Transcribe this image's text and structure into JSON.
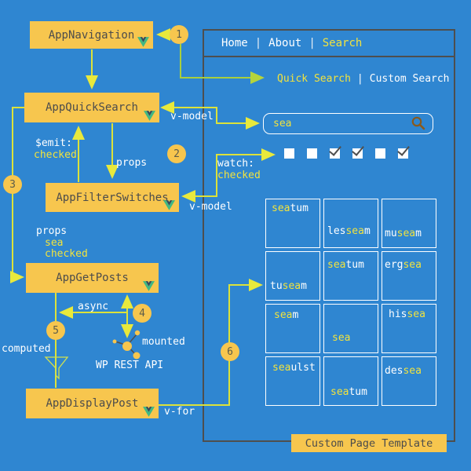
{
  "diagram": {
    "components": [
      {
        "label": "AppNavigation"
      },
      {
        "label": "AppQuickSearch"
      },
      {
        "label": "AppFilterSwitches"
      },
      {
        "label": "AppGetPosts"
      },
      {
        "label": "AppDisplayPost"
      }
    ],
    "step_circles": [
      "1",
      "2",
      "3",
      "4",
      "5",
      "6"
    ],
    "labels": {
      "v_model_search": "v-model",
      "v_model_switches": "v-model",
      "emit_title": "$emit:",
      "emit_value": "checked",
      "props_arrow": "props",
      "watch_title": "watch:",
      "watch_value": "checked",
      "props_block_title": "props",
      "props_block_items": [
        "sea",
        "checked"
      ],
      "async": "async",
      "mounted": "mounted",
      "wp_rest_api": "WP REST API",
      "computed": "computed",
      "v_for": "v-for"
    },
    "icons": [
      "vue-logo-icon",
      "api-molecule-icon",
      "funnel-icon"
    ],
    "colors": {
      "background": "#2f86d1",
      "accent_yellow": "#f7c64e",
      "connector_yellow_green": "#dce23a",
      "connector_green": "#a9cf3d",
      "highlight_text": "#f2e33d",
      "panel_border": "#4e4e4e",
      "magnifier_brown": "#8a5a1d",
      "vue_green": "#41b883",
      "vue_dark": "#35495e"
    }
  },
  "panel": {
    "nav": {
      "separator": "|",
      "items": [
        {
          "label": "Home",
          "active": false
        },
        {
          "label": "About",
          "active": false
        },
        {
          "label": "Search",
          "active": true
        }
      ]
    },
    "subnav": {
      "separator": "|",
      "items": [
        {
          "label": "Quick Search",
          "active": true
        },
        {
          "label": "Custom Search",
          "active": false
        }
      ]
    },
    "search_input": {
      "value": "sea",
      "icon": "magnifier"
    },
    "checkboxes": [
      false,
      false,
      true,
      true,
      false,
      true
    ],
    "results_grid": [
      {
        "pre": "",
        "hl": "sea",
        "post": "tum"
      },
      {
        "pre": "les",
        "hl": "sea",
        "post": "m"
      },
      {
        "pre": "mu",
        "hl": "sea",
        "post": "m"
      },
      {
        "pre": "tu",
        "hl": "sea",
        "post": "m"
      },
      {
        "pre": "",
        "hl": "sea",
        "post": "tum"
      },
      {
        "pre": "erg",
        "hl": "sea",
        "post": ""
      },
      {
        "pre": "",
        "hl": "sea",
        "post": "m"
      },
      {
        "pre": "",
        "hl": "sea",
        "post": ""
      },
      {
        "pre": "his",
        "hl": "sea",
        "post": ""
      },
      {
        "pre": "",
        "hl": "sea",
        "post": "ulst"
      },
      {
        "pre": "",
        "hl": "sea",
        "post": "tum"
      },
      {
        "pre": "des",
        "hl": "sea",
        "post": ""
      }
    ],
    "footer": "Custom Page Template"
  }
}
